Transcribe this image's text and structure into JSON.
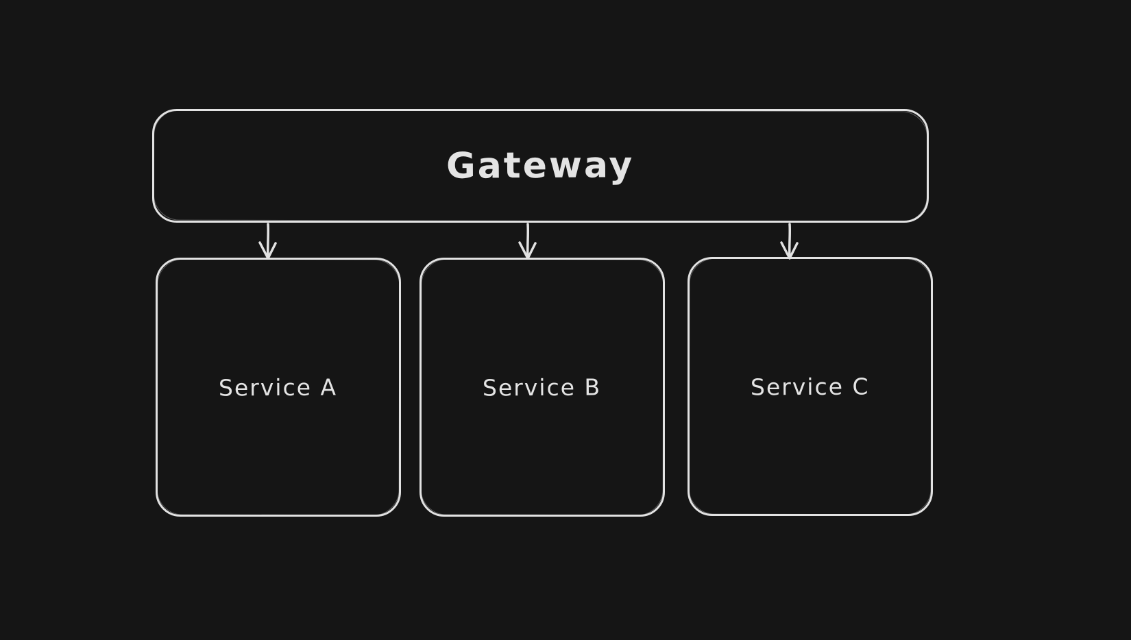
{
  "canvas": {
    "theme": "dark",
    "background_color": "#151515",
    "stroke_color": "#e2e2e2",
    "text_color": "#e4e4e4"
  },
  "diagram": {
    "type": "architecture-diagram",
    "nodes": [
      {
        "id": "gateway",
        "label": "Gateway",
        "shape": "rounded-rectangle",
        "role": "root"
      },
      {
        "id": "service-a",
        "label": "Service A",
        "shape": "rounded-rectangle",
        "role": "child"
      },
      {
        "id": "service-b",
        "label": "Service B",
        "shape": "rounded-rectangle",
        "role": "child"
      },
      {
        "id": "service-c",
        "label": "Service C",
        "shape": "rounded-rectangle",
        "role": "child"
      }
    ],
    "edges": [
      {
        "from": "gateway",
        "to": "service-a",
        "type": "arrow",
        "direction": "down"
      },
      {
        "from": "gateway",
        "to": "service-b",
        "type": "arrow",
        "direction": "down"
      },
      {
        "from": "gateway",
        "to": "service-c",
        "type": "arrow",
        "direction": "down"
      }
    ]
  }
}
